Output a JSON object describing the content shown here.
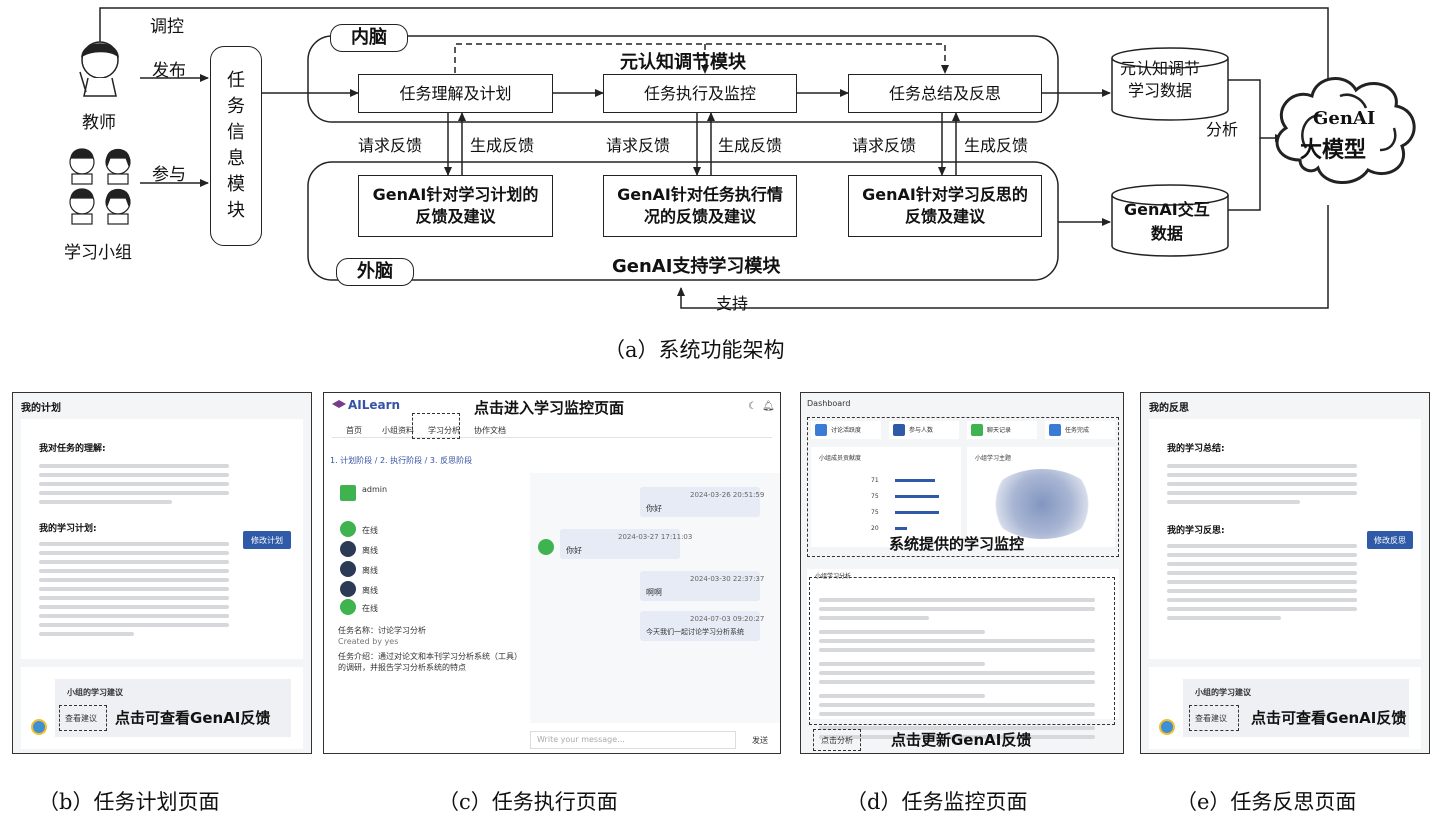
{
  "architecture": {
    "roles": {
      "teacher": "教师",
      "group": "学习小组",
      "publish": "发布",
      "participate": "参与",
      "regulate": "调控"
    },
    "info_module": "任\n务\n信\n息\n模\n块",
    "inner_brain": "内脑",
    "outer_brain": "外脑",
    "meta_module_title": "元认知调节模块",
    "genai_module_title": "GenAI支持学习模块",
    "stage_boxes": [
      "任务理解及计划",
      "任务执行及监控",
      "任务总结及反思"
    ],
    "feedback_boxes": [
      "GenAI针对学习计划的\n反馈及建议",
      "GenAI针对任务执行情\n况的反馈及建议",
      "GenAI针对学习反思的\n反馈及建议"
    ],
    "request_label": "请求反馈",
    "generate_label": "生成反馈",
    "meta_data": "元认知调节\n学习数据",
    "interaction_data": "GenAI交互\n数据",
    "analysis": "分析",
    "support": "支持",
    "llm_line1": "GenAI",
    "llm_line2": "大模型",
    "caption": "（a）系统功能架构"
  },
  "panels": {
    "b": {
      "title": "我的计划",
      "section1": "我对任务的理解:",
      "section2": "我的学习计划:",
      "button": "修改计划",
      "suggest_title": "小组的学习建议",
      "suggest_button": "查看建议",
      "callout": "点击可查看GenAI反馈",
      "caption": "（b）任务计划页面"
    },
    "c": {
      "logo": "AILearn",
      "callout": "点击进入学习监控页面",
      "tabs": [
        "首页",
        "小组资料",
        "学习分析",
        "协作文档"
      ],
      "breadcrumb": "1. 计划阶段 / 2. 执行阶段 / 3. 反思阶段",
      "admin": "admin",
      "members": [
        "在线",
        "离线",
        "离线",
        "离线",
        "在线"
      ],
      "task_name": "任务名称：讨论学习分析",
      "created_by": "Created by yes",
      "task_desc": "任务介绍：通过对论文和本刊学习分析系统（工具）的调研，并报告学习分析系统的特点",
      "messages": [
        {
          "time": "2024-03-26 20:51:59",
          "text": "你好"
        },
        {
          "time": "2024-03-27 17:11:03",
          "text": "你好"
        },
        {
          "time": "2024-03-30 22:37:37",
          "text": "啊啊"
        },
        {
          "time": "2024-07-03 09:20:27",
          "text": "今天我们一起讨论学习分析系统"
        }
      ],
      "input_placeholder": "Write your message...",
      "send": "发送",
      "caption": "（c）任务执行页面"
    },
    "d": {
      "header": "Dashboard",
      "cards": [
        "讨论活跃度",
        "参与人数",
        "聊天记录",
        "任务完成"
      ],
      "table_title": "小组成员贡献度",
      "table_values": [
        71,
        75,
        75,
        20
      ],
      "cloud_title": "小组学习主题",
      "callout_monitor": "系统提供的学习监控",
      "feedback_title": "小组学习分析",
      "update_button": "点击分析",
      "callout_update": "点击更新GenAI反馈",
      "caption": "（d）任务监控页面"
    },
    "e": {
      "title": "我的反思",
      "section1": "我的学习总结:",
      "section2": "我的学习反思:",
      "button": "修改反思",
      "suggest_title": "小组的学习建议",
      "suggest_button": "查看建议",
      "callout": "点击可查看GenAI反馈",
      "caption": "（e）任务反思页面"
    }
  }
}
